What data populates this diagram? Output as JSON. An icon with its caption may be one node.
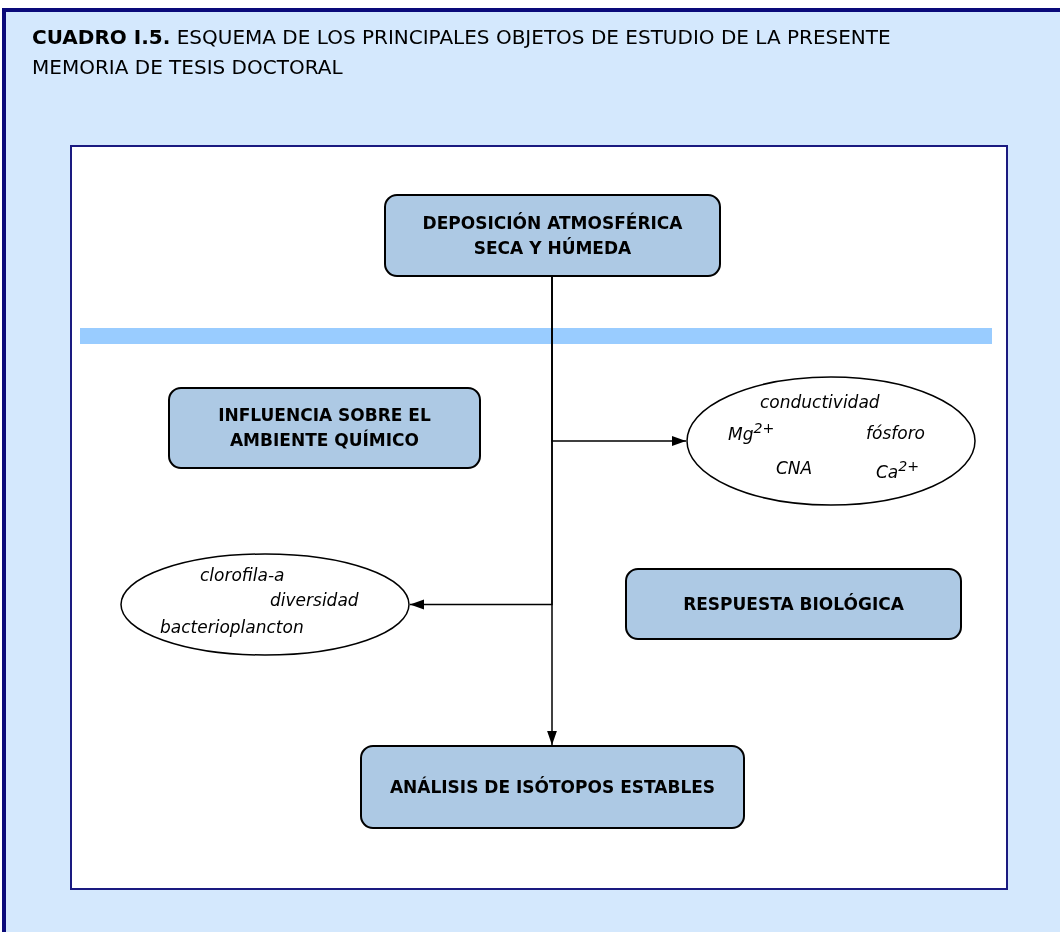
{
  "diagram": {
    "title": "**CUADRO I.5.** ESQUEMA DE LOS PRINCIPALES OBJETOS DE ESTUDIO DE LA PRESENTE MEMORIA DE TESIS DOCTORAL",
    "nodes": [
      {
        "text": [
          "DEPOSICIÓN ATMOSFÉRICA SECA Y HÚMEDA"
        ]
      },
      {
        "text": [
          "INFLUENCIA SOBRE EL AMBIENTE QUÍMICO"
        ]
      },
      {
        "text": [
          "conductividad",
          "Mg$^{2+}$",
          "fósforo",
          "CNA",
          "Ca$^{2+}$"
        ]
      },
      {
        "text": [
          "clorofila-a",
          "diversidad",
          "bacterioplancton"
        ]
      },
      {
        "text": [
          "RESPUESTA BIOLÓGICA"
        ]
      },
      {
        "text": [
          "ANÁLISIS DE ISÓTOPOS ESTABLES"
        ]
      }
    ],
    "edges": [
      {
        "from": 0,
        "to": 5,
        "arrow": "to"
      },
      {
        "from": 0,
        "to": 2,
        "arrow": "to"
      },
      {
        "from": 0,
        "to": 3,
        "arrow": "to"
      }
    ]
  }
}
